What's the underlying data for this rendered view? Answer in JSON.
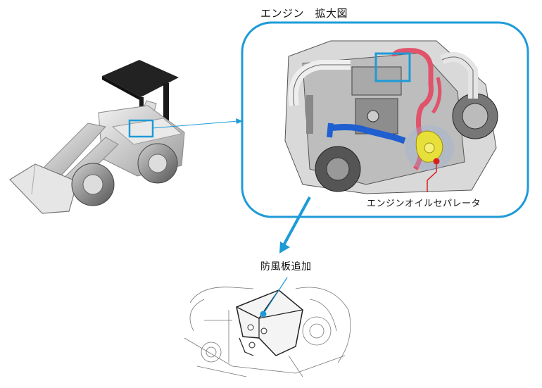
{
  "engine_zoom": {
    "title": "エンジン　拡大図"
  },
  "callouts": {
    "oil_separator": "エンジンオイルセパレータ",
    "windshield_plate": "防風板追加"
  },
  "colors": {
    "accent_blue": "#1e9bd7",
    "callout_red": "#d81e1e",
    "hose_blue": "#1f5fd0",
    "hose_red": "#e0536a",
    "separator_yellow": "#e8e03a"
  }
}
